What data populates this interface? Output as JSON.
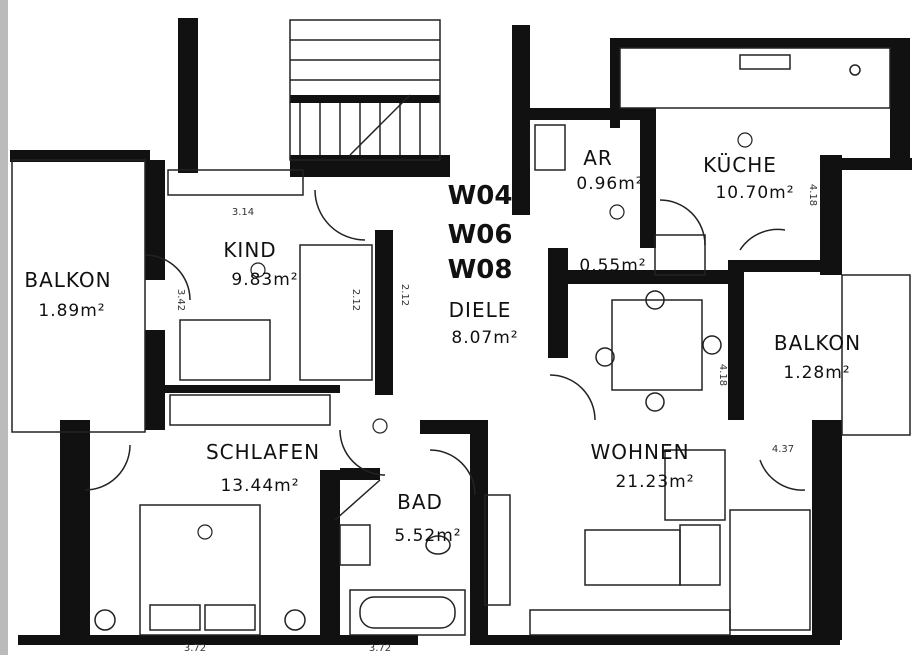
{
  "plan": {
    "unit_codes": [
      "W04",
      "W06",
      "W08"
    ],
    "rooms": [
      {
        "id": "balkon-left",
        "name": "BALKON",
        "area": "1.89m²"
      },
      {
        "id": "kind",
        "name": "KIND",
        "area": "9.83m²"
      },
      {
        "id": "diele",
        "name": "DIELE",
        "area": "8.07m²"
      },
      {
        "id": "ar",
        "name": "AR",
        "area": "0.96m²"
      },
      {
        "id": "kueche",
        "name": "KÜCHE",
        "area": "10.70m²"
      },
      {
        "id": "balkon-right",
        "name": "BALKON",
        "area": "1.28m²"
      },
      {
        "id": "schlafen",
        "name": "SCHLAFEN",
        "area": "13.44m²"
      },
      {
        "id": "bad",
        "name": "BAD",
        "area": "5.52m²"
      },
      {
        "id": "wohnen",
        "name": "WOHNEN",
        "area": "21.23m²"
      }
    ],
    "extra_area": "0.55m²",
    "dimensions": [
      "3.14",
      "3.42",
      "2.12",
      "2.12",
      "4.18",
      "4.18",
      "4.37",
      "3.72",
      "3.72"
    ],
    "colors": {
      "walls": "#111111",
      "background": "#ffffff",
      "lines": "#222222"
    }
  }
}
